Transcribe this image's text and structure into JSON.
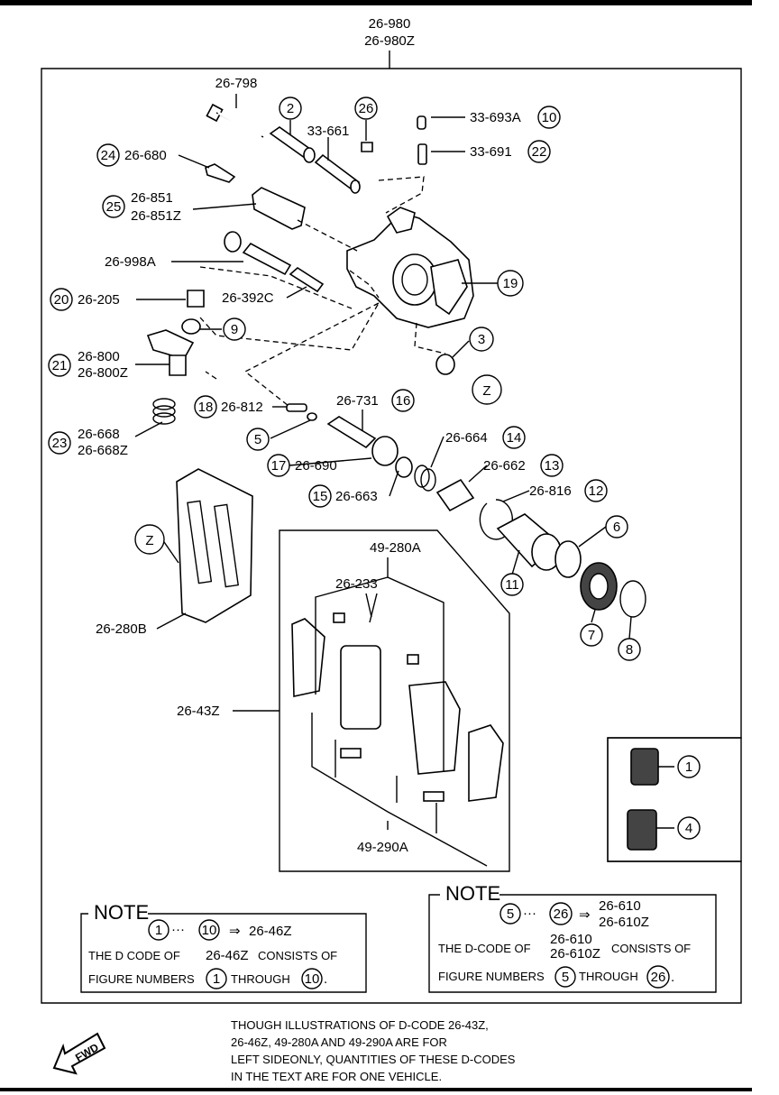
{
  "assembly": {
    "code_1": "26-980",
    "code_2": "26-980Z"
  },
  "parts": [
    {
      "name": "part-label-26-798",
      "code": "26-798"
    },
    {
      "name": "part-label-33-661",
      "code": "33-661"
    },
    {
      "name": "part-label-33-693a",
      "code": "33-693A"
    },
    {
      "name": "part-label-33-691",
      "code": "33-691"
    },
    {
      "name": "part-label-26-680",
      "code": "26-680"
    },
    {
      "name": "part-label-26-851",
      "code": "26-851"
    },
    {
      "name": "part-label-26-851z",
      "code": "26-851Z"
    },
    {
      "name": "part-label-26-998a",
      "code": "26-998A"
    },
    {
      "name": "part-label-26-205",
      "code": "26-205"
    },
    {
      "name": "part-label-26-392c",
      "code": "26-392C"
    },
    {
      "name": "part-label-26-800",
      "code": "26-800"
    },
    {
      "name": "part-label-26-800z",
      "code": "26-800Z"
    },
    {
      "name": "part-label-26-812",
      "code": "26-812"
    },
    {
      "name": "part-label-26-731",
      "code": "26-731"
    },
    {
      "name": "part-label-26-668",
      "code": "26-668"
    },
    {
      "name": "part-label-26-668z",
      "code": "26-668Z"
    },
    {
      "name": "part-label-26-664",
      "code": "26-664"
    },
    {
      "name": "part-label-26-690",
      "code": "26-690"
    },
    {
      "name": "part-label-26-662",
      "code": "26-662"
    },
    {
      "name": "part-label-26-663",
      "code": "26-663"
    },
    {
      "name": "part-label-26-816",
      "code": "26-816"
    },
    {
      "name": "part-label-49-280a",
      "code": "49-280A"
    },
    {
      "name": "part-label-26-233",
      "code": "26-233"
    },
    {
      "name": "part-label-26-280b",
      "code": "26-280B"
    },
    {
      "name": "part-label-26-43z",
      "code": "26-43Z"
    },
    {
      "name": "part-label-49-290a",
      "code": "49-290A"
    }
  ],
  "callouts": [
    "1",
    "2",
    "3",
    "4",
    "5",
    "6",
    "7",
    "8",
    "9",
    "10",
    "11",
    "12",
    "13",
    "14",
    "15",
    "16",
    "17",
    "18",
    "19",
    "20",
    "21",
    "22",
    "23",
    "24",
    "25",
    "26",
    "Z"
  ],
  "note_left": {
    "title": "NOTE",
    "from": "1",
    "to": "10",
    "dots": "···",
    "arrow": "⇒",
    "code": "26-46Z",
    "line2_a": "THE D CODE OF",
    "line2_b": "26-46Z",
    "line2_c": "CONSISTS OF",
    "line3_a": "FIGURE NUMBERS",
    "line3_b": "THROUGH",
    "line3_end": "."
  },
  "note_right": {
    "title": "NOTE",
    "from": "5",
    "to": "26",
    "dots": "···",
    "arrow": "⇒",
    "code_1": "26-610",
    "code_2": "26-610Z",
    "line2_a": "THE D-CODE OF",
    "line2_b1": "26-610",
    "line2_b2": "26-610Z",
    "line2_c": "CONSISTS OF",
    "line3_a": "FIGURE NUMBERS",
    "line3_b": "THROUGH",
    "line3_end": "."
  },
  "footer": {
    "fwd_label": "FWD",
    "line_1": "THOUGH ILLUSTRATIONS OF D-CODE 26-43Z,",
    "line_2": "26-46Z, 49-280A AND 49-290A ARE FOR",
    "line_3": "LEFT SIDEONLY, QUANTITIES OF THESE D-CODES",
    "line_4": "IN THE TEXT ARE FOR ONE VEHICLE."
  }
}
